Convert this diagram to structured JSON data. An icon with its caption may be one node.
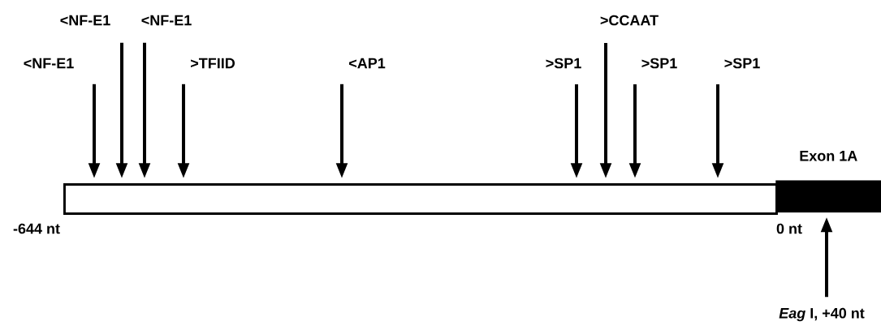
{
  "diagram": {
    "nodes": [
      {
        "text": [],
        "shape": "bar"
      },
      {
        "text": [
          "Exon 1A"
        ]
      },
      {
        "text": [
          "<NF-E1"
        ]
      },
      {
        "text": [
          "<NF-E1"
        ]
      },
      {
        "text": [
          "<NF-E1"
        ]
      },
      {
        "text": [
          ">TFIID"
        ]
      },
      {
        "text": [
          "<AP1"
        ]
      },
      {
        "text": [
          ">SP1"
        ]
      },
      {
        "text": [
          ">CCAAT"
        ]
      },
      {
        "text": [
          ">SP1"
        ]
      },
      {
        "text": [
          ">SP1"
        ]
      },
      {
        "text": [
          "*Eag* I, +40 nt"
        ]
      }
    ],
    "edges": [
      {
        "from": 2,
        "to": 0,
        "arrow": "to"
      },
      {
        "from": 3,
        "to": 0,
        "arrow": "to"
      },
      {
        "from": 4,
        "to": 0,
        "arrow": "to"
      },
      {
        "from": 5,
        "to": 0,
        "arrow": "to"
      },
      {
        "from": 6,
        "to": 0,
        "arrow": "to"
      },
      {
        "from": 7,
        "to": 0,
        "arrow": "to"
      },
      {
        "from": 8,
        "to": 0,
        "arrow": "to"
      },
      {
        "from": 9,
        "to": 0,
        "arrow": "to"
      },
      {
        "from": 10,
        "to": 0,
        "arrow": "to"
      },
      {
        "from": 11,
        "to": 1,
        "arrow": "to"
      }
    ],
    "labels": [
      "-644 nt",
      "0 nt"
    ]
  }
}
